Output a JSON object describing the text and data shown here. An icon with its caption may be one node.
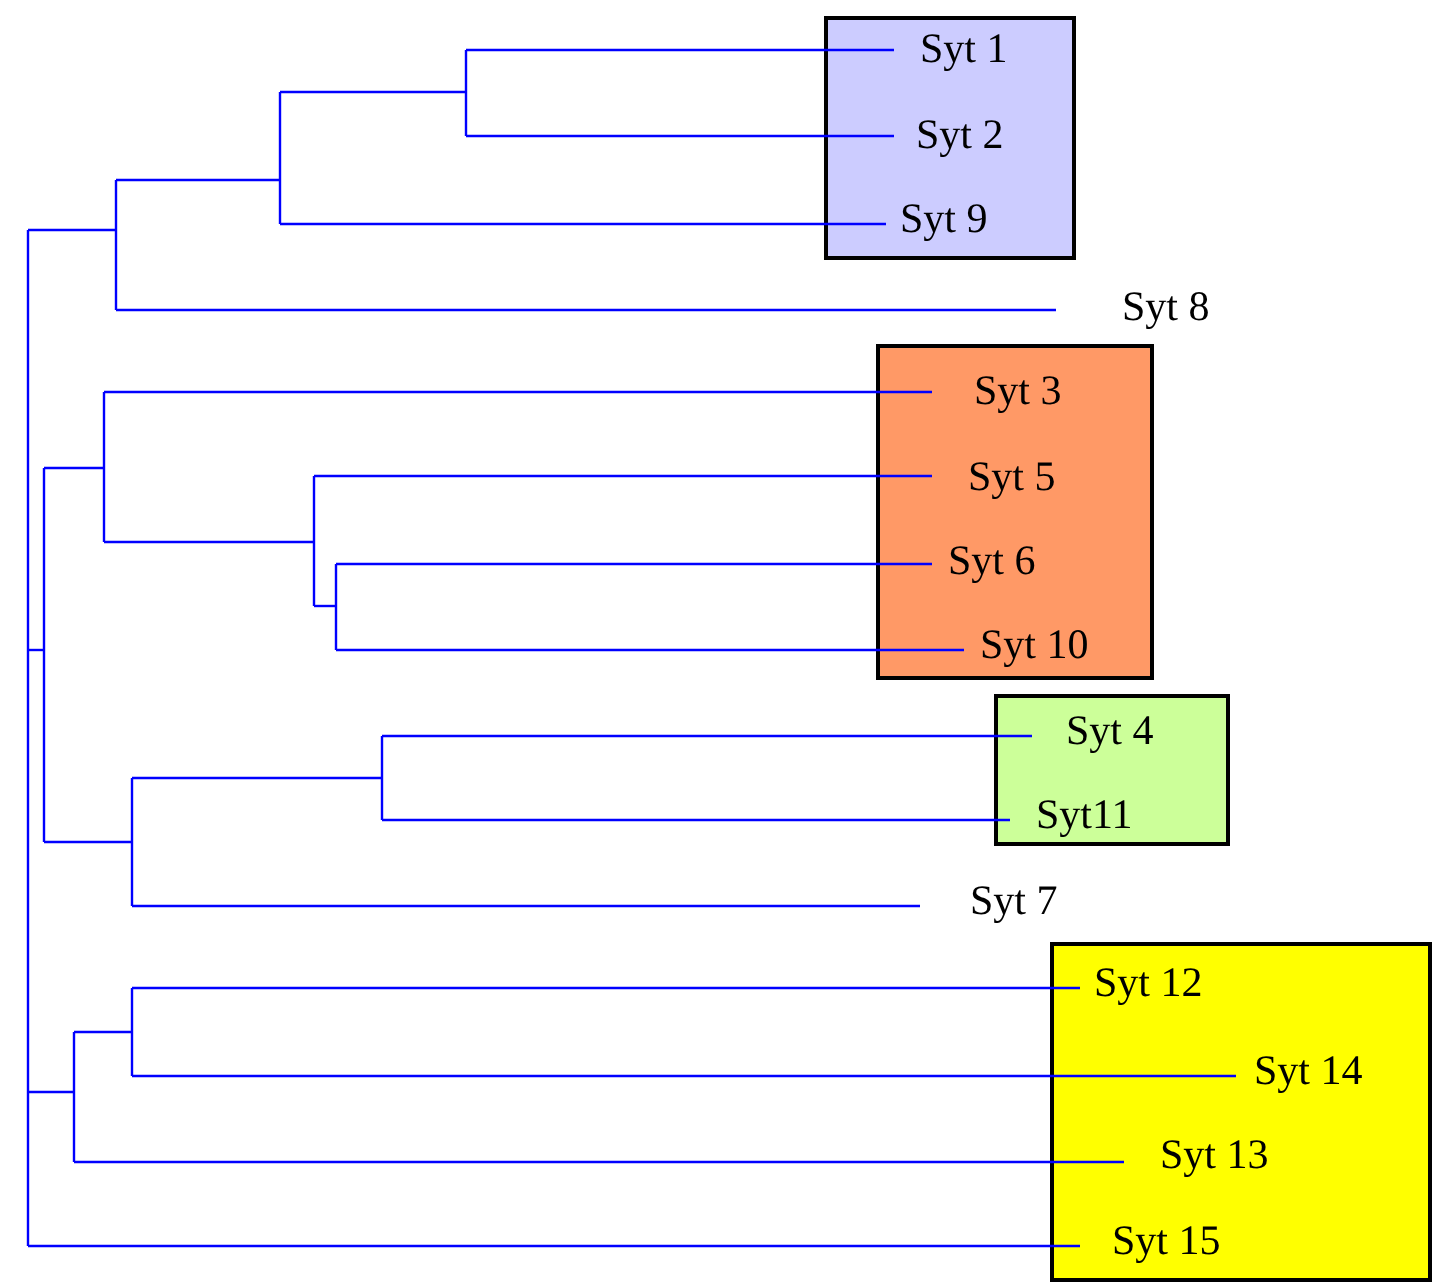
{
  "diagram": {
    "nodes": [
      {
        "text": [],
        "shape": "box"
      },
      {
        "text": [
          "Syt 1"
        ],
        "in": 0
      },
      {
        "text": [
          "Syt 2"
        ],
        "in": 0
      },
      {
        "text": [
          "Syt 9"
        ],
        "in": 0
      },
      {
        "text": [
          "Syt 8"
        ]
      },
      {
        "text": [],
        "shape": "box"
      },
      {
        "text": [
          "Syt 3"
        ],
        "in": 5
      },
      {
        "text": [
          "Syt 5"
        ],
        "in": 5
      },
      {
        "text": [
          "Syt 6"
        ],
        "in": 5
      },
      {
        "text": [
          "Syt 10"
        ],
        "in": 5
      },
      {
        "text": [],
        "shape": "box"
      },
      {
        "text": [
          "Syt 4"
        ],
        "in": 10
      },
      {
        "text": [
          "Syt11"
        ],
        "in": 10
      },
      {
        "text": [
          "Syt 7"
        ]
      },
      {
        "text": [],
        "shape": "box"
      },
      {
        "text": [
          "Syt 12"
        ],
        "in": 14
      },
      {
        "text": [
          "Syt 14"
        ],
        "in": 14
      },
      {
        "text": [
          "Syt 13"
        ],
        "in": 14
      },
      {
        "text": [
          "Syt 15"
        ],
        "in": 14
      }
    ]
  }
}
